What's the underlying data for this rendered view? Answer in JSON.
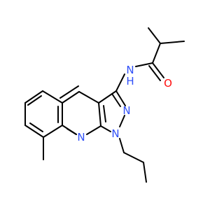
{
  "molecule": {
    "atoms": {
      "amide_n": {
        "symbol": "N",
        "extra": "H",
        "color": "#3050f8"
      },
      "carbonyl_o": {
        "symbol": "O",
        "color": "#ff0d0d"
      },
      "pyridine_n": {
        "symbol": "N",
        "color": "#3050f8"
      },
      "pyrazole_n2": {
        "symbol": "N",
        "color": "#3050f8"
      },
      "pyrazole_n1": {
        "symbol": "N",
        "color": "#3050f8"
      }
    },
    "bond_color": "#000000"
  }
}
